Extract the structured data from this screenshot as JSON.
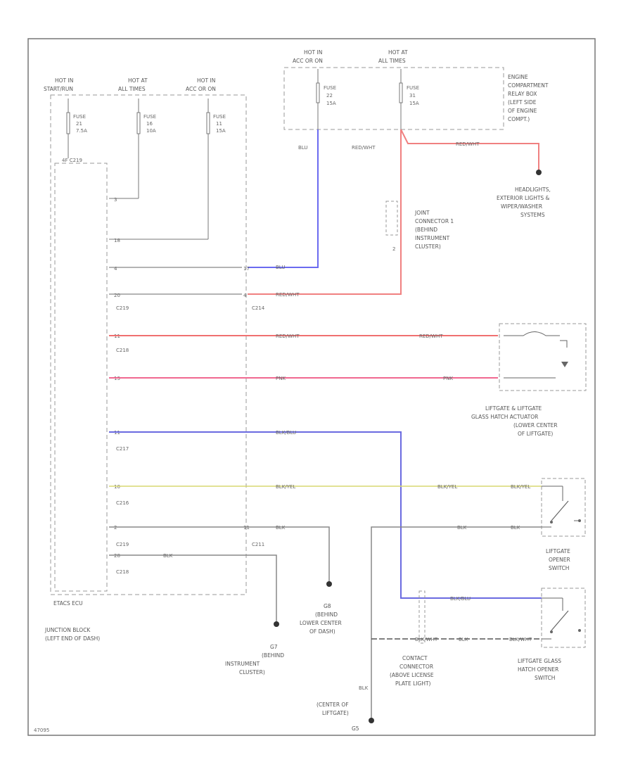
{
  "power": {
    "hot_start": [
      "HOT IN",
      "START/RUN"
    ],
    "hot_all1": [
      "HOT AT",
      "ALL TIMES"
    ],
    "hot_acc1": [
      "HOT IN",
      "ACC OR ON"
    ],
    "hot_acc2": [
      "HOT IN",
      "ACC OR ON"
    ],
    "hot_all2": [
      "HOT AT",
      "ALL TIMES"
    ]
  },
  "fuses": {
    "f1": [
      "FUSE",
      "21",
      "7.5A"
    ],
    "f2": [
      "FUSE",
      "16",
      "10A"
    ],
    "f3": [
      "FUSE",
      "11",
      "15A"
    ],
    "f4": [
      "FUSE",
      "22",
      "15A"
    ],
    "f5": [
      "FUSE",
      "31",
      "15A"
    ]
  },
  "engine_box": [
    "ENGINE",
    "COMPARTMENT",
    "RELAY BOX",
    "(LEFT SIDE",
    "OF ENGINE",
    "COMPT.)"
  ],
  "headlights": [
    "HEADLIGHTS,",
    "EXTERIOR LIGHTS &",
    "WIPER/WASHER",
    "SYSTEMS"
  ],
  "joint": [
    "JOINT",
    "CONNECTOR 1",
    "(BEHIND",
    "INSTRUMENT",
    "CLUSTER)"
  ],
  "joint_pin": "2",
  "junction": {
    "pin_top": "4F  C219",
    "pins": [
      "3",
      "18",
      "4",
      "20",
      "11",
      "13",
      "11",
      "10",
      "2",
      "28"
    ],
    "conn": [
      "C219",
      "C218",
      "C217",
      "C216",
      "C219",
      "C218"
    ],
    "label1": "JUNCTION BLOCK",
    "label2": "(LEFT END OF DASH)",
    "etacs": "ETACS ECU"
  },
  "c214": "C214",
  "c211": "C211",
  "c211_pin": "11",
  "c214_pins": [
    "17",
    "4"
  ],
  "wires": {
    "blu": "BLU",
    "red_wht": "RED/WHT",
    "pnk": "PNK",
    "blk_blu": "BLK/BLU",
    "blk_yel": "BLK/YEL",
    "blk": "BLK",
    "blk_wht": "BLK/WHT"
  },
  "liftgate_actuator": [
    "LIFTGATE & LIFTGATE",
    "GLASS HATCH ACTUATOR",
    "(LOWER CENTER",
    "OF LIFTGATE)"
  ],
  "liftgate_opener": [
    "LIFTGATE",
    "OPENER",
    "SWITCH"
  ],
  "glass_hatch": [
    "LIFTGATE GLASS",
    "HATCH OPENER",
    "SWITCH"
  ],
  "contact": [
    "CONTACT",
    "CONNECTOR",
    "(ABOVE LICENSE",
    "PLATE LIGHT)"
  ],
  "g8": [
    "G8",
    "(BEHIND",
    "LOWER CENTER",
    "OF DASH)"
  ],
  "g7": [
    "G7",
    "(BEHIND",
    "INSTRUMENT",
    "CLUSTER)"
  ],
  "g5": [
    "(CENTER OF",
    "LIFTGATE)",
    "G5"
  ],
  "footer": "47095"
}
